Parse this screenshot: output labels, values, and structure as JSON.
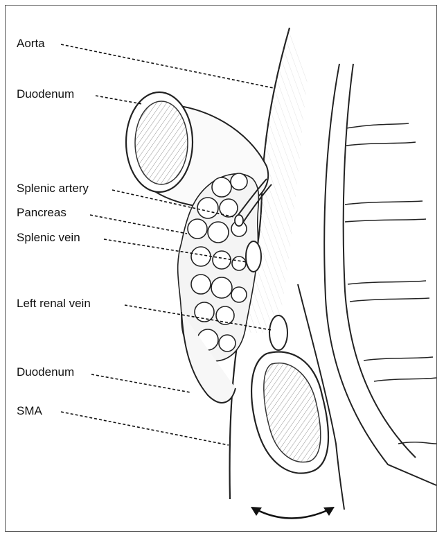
{
  "labels": {
    "aorta": "Aorta",
    "duodenum_top": "Duodenum",
    "splenic_artery": "Splenic artery",
    "pancreas": "Pancreas",
    "splenic_vein": "Splenic vein",
    "left_renal_vein": "Left renal vein",
    "duodenum_bottom": "Duodenum",
    "sma": "SMA"
  },
  "colors": {
    "ink": "#111111",
    "frame": "#555555",
    "background": "#ffffff"
  }
}
